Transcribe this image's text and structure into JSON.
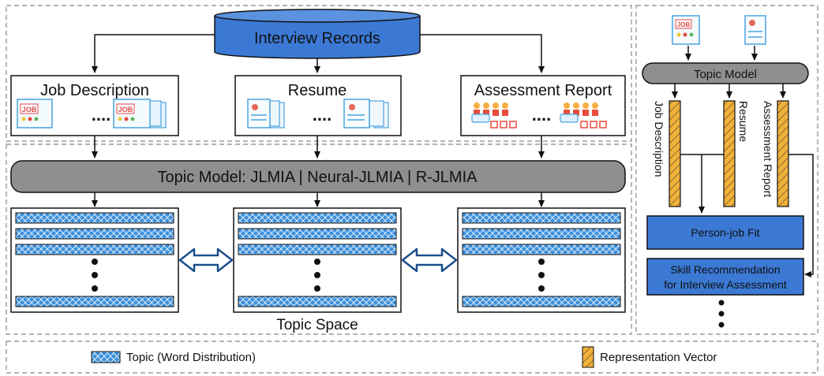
{
  "records_label": "Interview Records",
  "sources": [
    {
      "label": "Job Description"
    },
    {
      "label": "Resume"
    },
    {
      "label": "Assessment Report"
    }
  ],
  "ellipsis": "....",
  "topic_model_main": "Topic Model: JLMIA | Neural-JLMIA | R-JLMIA",
  "topic_space_label": "Topic Space",
  "right_panel": {
    "topic_model": "Topic Model",
    "vector_labels": [
      "Job Description",
      "Resume",
      "Assessment Report"
    ],
    "task_fit": "Person-job Fit",
    "task_skill_line1": "Skill Recommendation",
    "task_skill_line2": "for Interview Assessment"
  },
  "legend": {
    "topic": "Topic (Word Distribution)",
    "vector": "Representation Vector"
  },
  "icon_text": "JOB",
  "colors": {
    "blue_box": "#3b79d4",
    "gray_box": "#8f8f8f",
    "vector_fill": "#f1b13a",
    "hatch_stroke": "#1b4f8a"
  }
}
